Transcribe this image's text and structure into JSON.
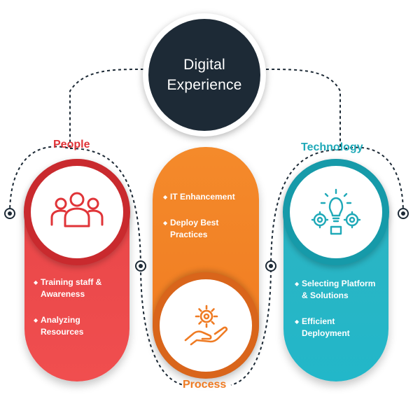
{
  "hub": {
    "line1": "Digital",
    "line2": "Experience",
    "color": "#1d2a36"
  },
  "pillars": [
    {
      "title": "People",
      "color": "#e74547",
      "icon": "people-group-icon",
      "items": [
        "Training staff &\nAwareness",
        "Analyzing\nResources"
      ]
    },
    {
      "title": "Process",
      "color": "#f48a2b",
      "icon": "hand-gear-icon",
      "items": [
        "IT Enhancement",
        "Deploy Best\nPractices"
      ]
    },
    {
      "title": "Technology",
      "color": "#22b7c9",
      "icon": "lightbulb-gears-icon",
      "items": [
        "Selecting Platform\n& Solutions",
        "Efficient\nDeployment"
      ]
    }
  ],
  "bullet": "◆"
}
